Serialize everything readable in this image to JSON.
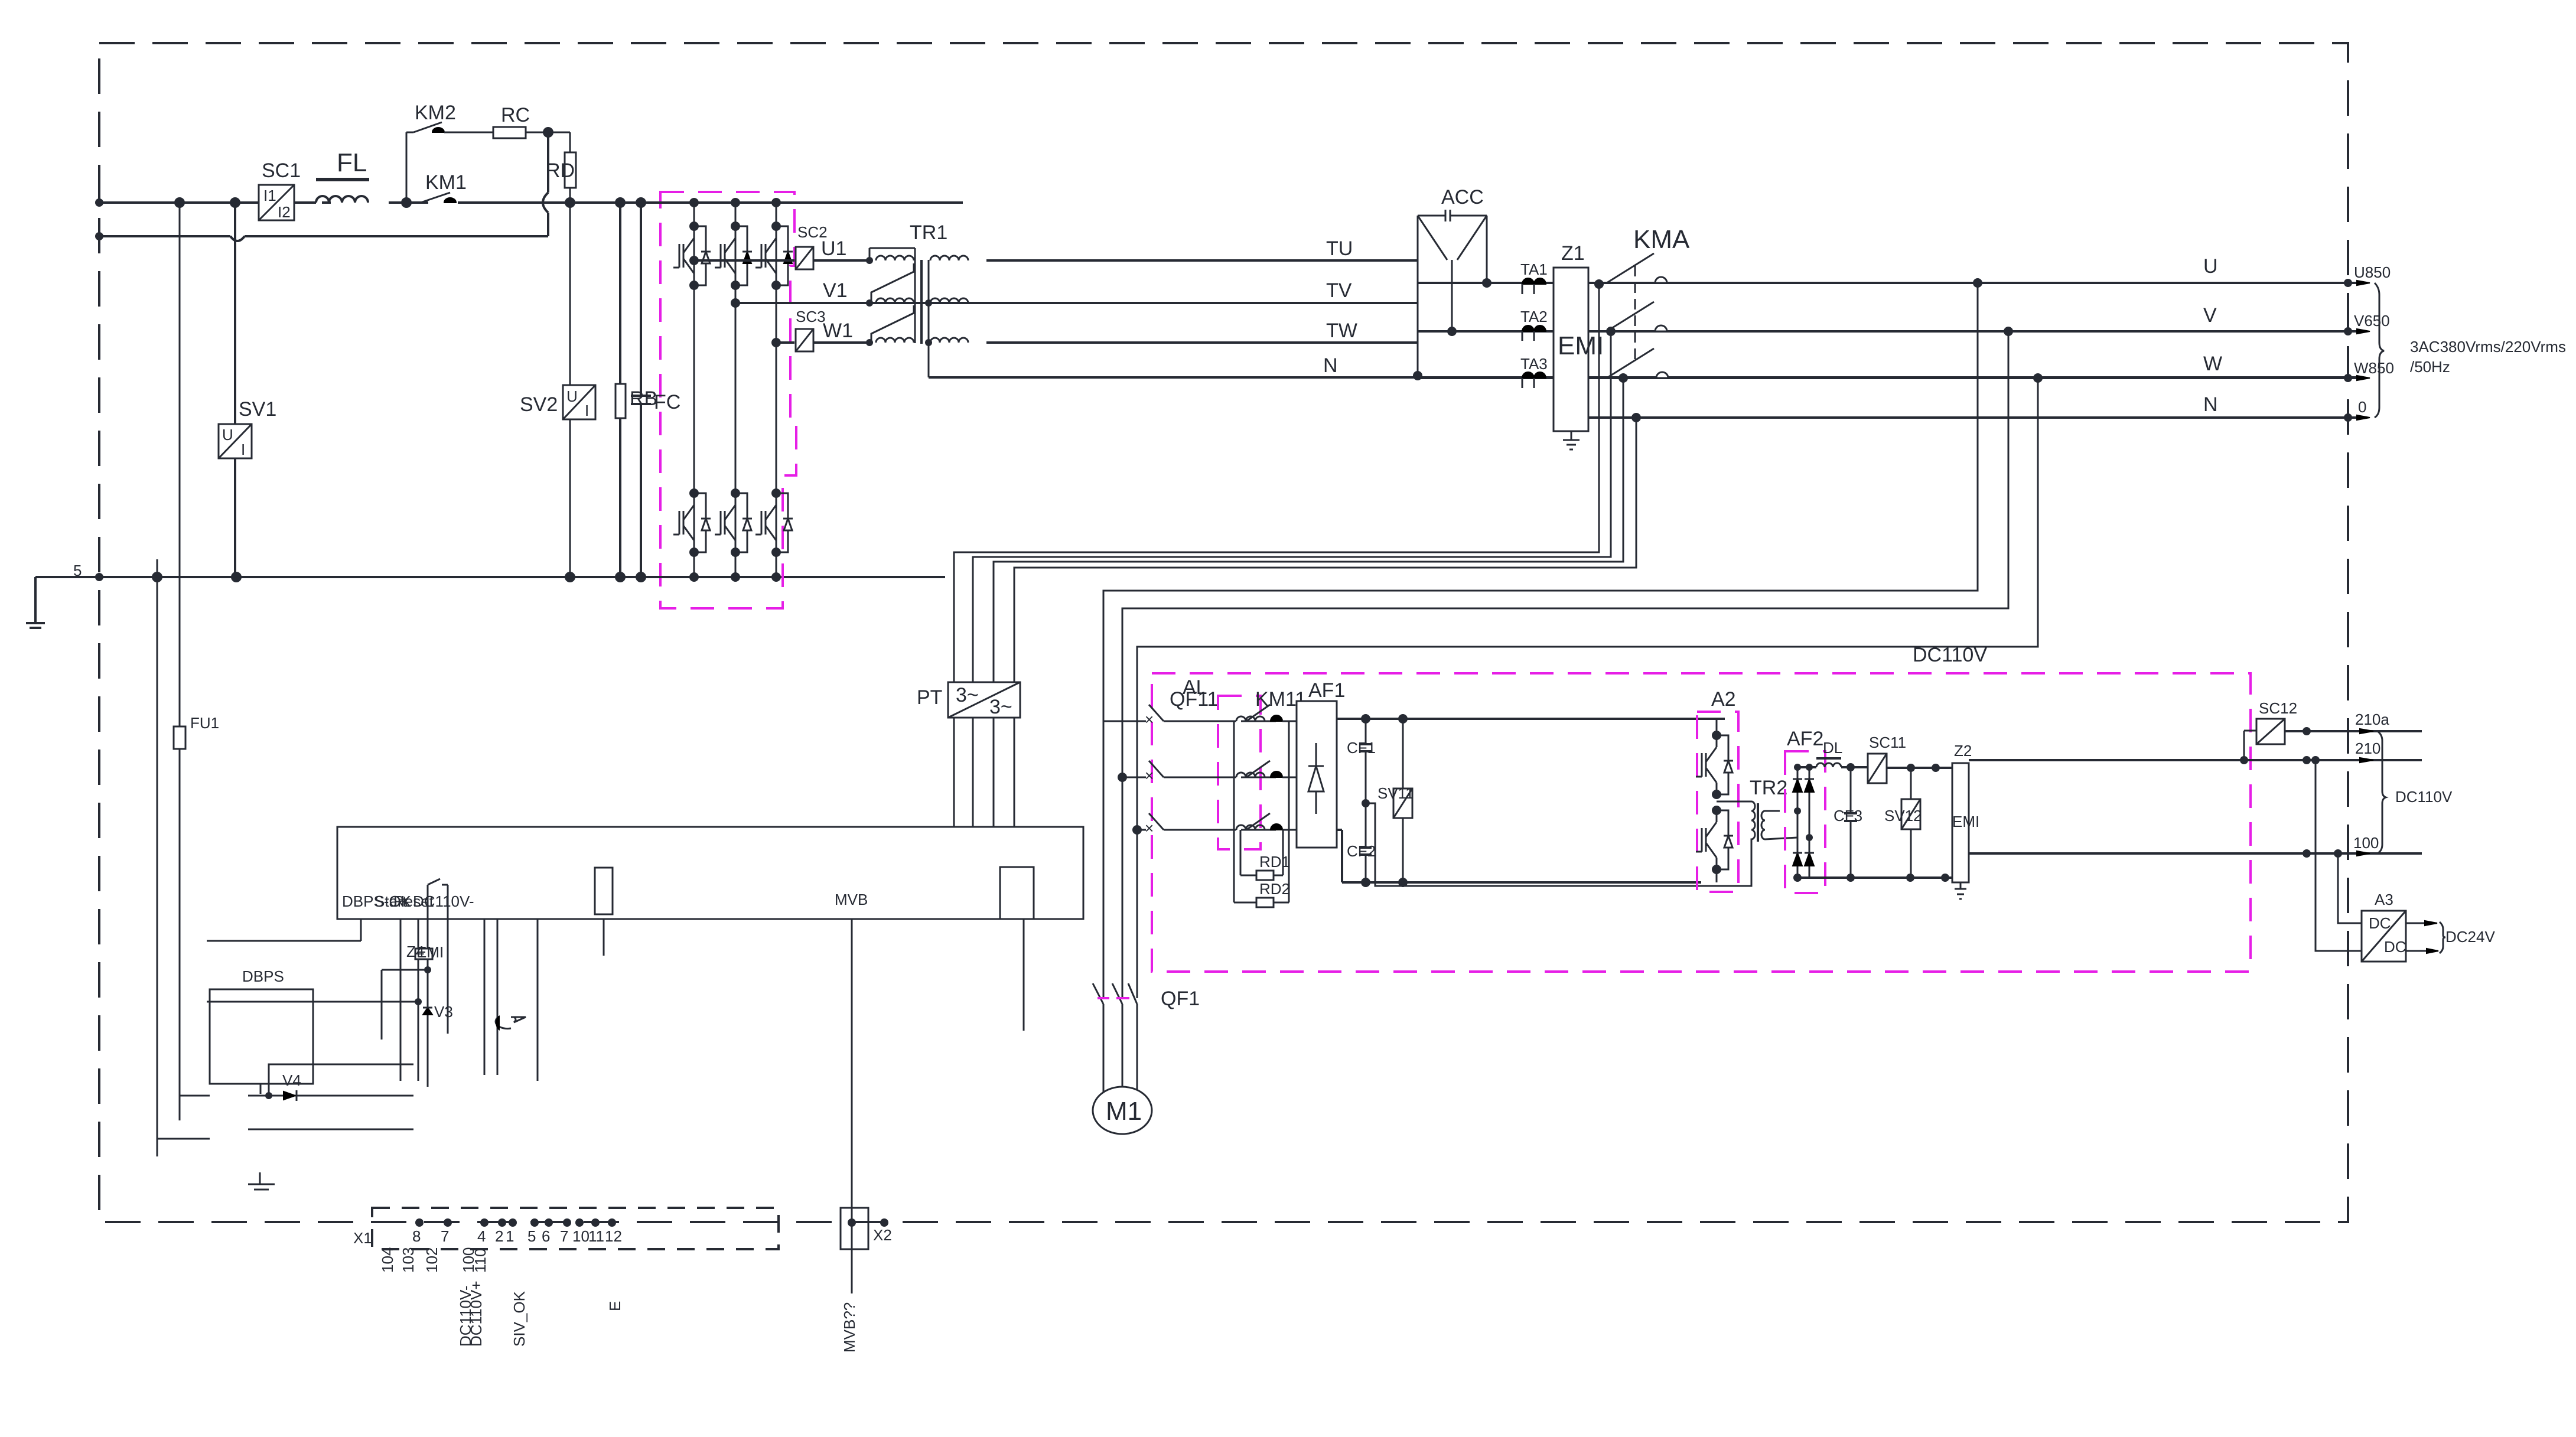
{
  "diagram": {
    "type": "electrical-schematic",
    "frame_color": "#262a33",
    "subassembly_color": "#e61ee6"
  },
  "input": {
    "terminal_label": "5",
    "filter_sc1": "SC1",
    "sc_in": "I1",
    "sc_out": "I2",
    "inductor": "FL",
    "contactor_km1": "KM1",
    "contactor_km2": "KM2",
    "resistor_rc": "RC",
    "resistor_rd": "RD",
    "sensor_sv1": "SV1",
    "sensor_sv2": "SV2",
    "sv_u": "U",
    "sv_i": "I",
    "resistor_rb": "RB",
    "capacitor_fc": "FC"
  },
  "inverter": {
    "sc2": "SC2",
    "sc3": "SC3",
    "phase_u1": "U1",
    "phase_v1": "V1",
    "phase_w1": "W1",
    "transformer": "TR1",
    "secondary_tu": "TU",
    "secondary_tv": "TV",
    "secondary_tw": "TW",
    "neutral": "N",
    "capacitor_acc": "ACC"
  },
  "output_ac": {
    "ta1": "TA1",
    "ta2": "TA2",
    "ta3": "TA3",
    "filter_z1": "Z1",
    "emi": "EMI",
    "contactor_kma": "KMA",
    "lines": [
      {
        "name": "U",
        "terminal": "U850"
      },
      {
        "name": "V",
        "terminal": "V650"
      },
      {
        "name": "W",
        "terminal": "W850"
      },
      {
        "name": "N",
        "terminal": "0"
      }
    ],
    "rating_line1": "3AC380Vrms/220Vrms",
    "rating_line2": "/50Hz"
  },
  "aux": {
    "pt": "PT",
    "pt_in": "3~",
    "pt_out": "3~",
    "qf1": "QF1",
    "motor": "M1"
  },
  "dc110": {
    "title": "DC110V",
    "qf11": "QF11",
    "al": "AL",
    "km11": "KM11",
    "af1": "AF1",
    "rd1": "RD1",
    "rd2": "RD2",
    "cf1": "CF1",
    "cf2": "CF2",
    "sv11": "SV11",
    "a2": "A2",
    "tr2": "TR2",
    "af2": "AF2",
    "dl": "DL",
    "sc11": "SC11",
    "cf3": "CF3",
    "sv12": "SV12",
    "z2": "Z2",
    "emi": "EMI",
    "sc12": "SC12",
    "terminals": [
      "210a",
      "210",
      "100"
    ],
    "rating": "DC110V",
    "a3": "A3",
    "a3_in": "DC",
    "a3_out": "DC",
    "dc24": "DC24V"
  },
  "control": {
    "dbps": "DBPS",
    "fu1": "FU1",
    "v4": "V4",
    "v3": "V3",
    "z4": "Z4",
    "z4_emi": "EMI",
    "pins": [
      "DBPS-OK",
      "Start",
      "Reset",
      "DC110V-",
      "MVB"
    ],
    "connector_x1": "X1",
    "connector_x2": "X2",
    "x1_pins": [
      "8",
      "7",
      "4",
      "2",
      "1",
      "5",
      "6",
      "7",
      "10",
      "11",
      "12"
    ],
    "wire_numbers": [
      "104",
      "103",
      "102",
      "100",
      "110"
    ],
    "signals": [
      "DC110V-",
      "DC110V+",
      "SIV_OK",
      "E",
      "MVB??"
    ]
  }
}
